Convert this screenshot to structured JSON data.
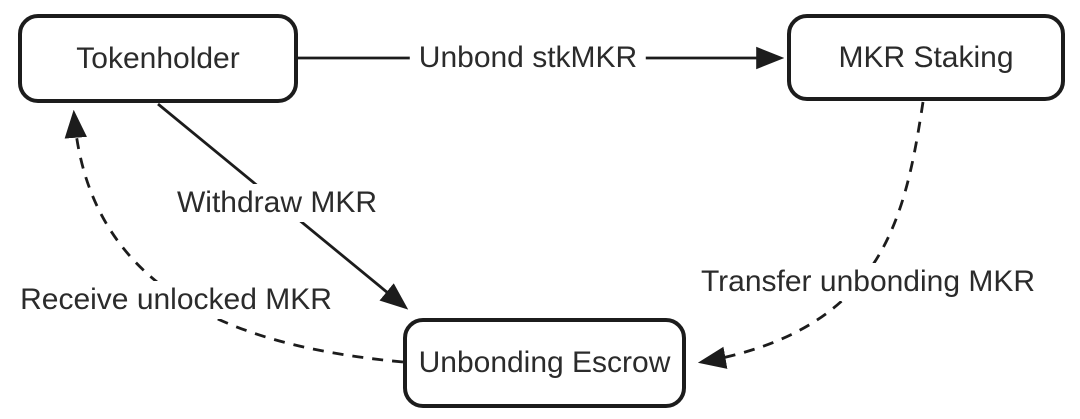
{
  "diagram": {
    "colors": {
      "stroke": "#1c1c1c",
      "text": "#2b2b2b",
      "background": "#ffffff"
    },
    "nodes": [
      {
        "id": "tokenholder",
        "label": "Tokenholder"
      },
      {
        "id": "mkr-staking",
        "label": "MKR Staking"
      },
      {
        "id": "unbonding-escrow",
        "label": "Unbonding Escrow"
      }
    ],
    "edges": [
      {
        "label": "Unbond stkMKR",
        "from": "Tokenholder",
        "to": "MKR Staking",
        "style": "solid"
      },
      {
        "label": "Withdraw MKR",
        "from": "Tokenholder",
        "to": "Unbonding Escrow",
        "style": "solid"
      },
      {
        "label": "Transfer unbonding MKR",
        "from": "MKR Staking",
        "to": "Unbonding Escrow",
        "style": "dashed"
      },
      {
        "label": "Receive unlocked MKR",
        "from": "Unbonding Escrow",
        "to": "Tokenholder",
        "style": "dashed"
      }
    ]
  }
}
